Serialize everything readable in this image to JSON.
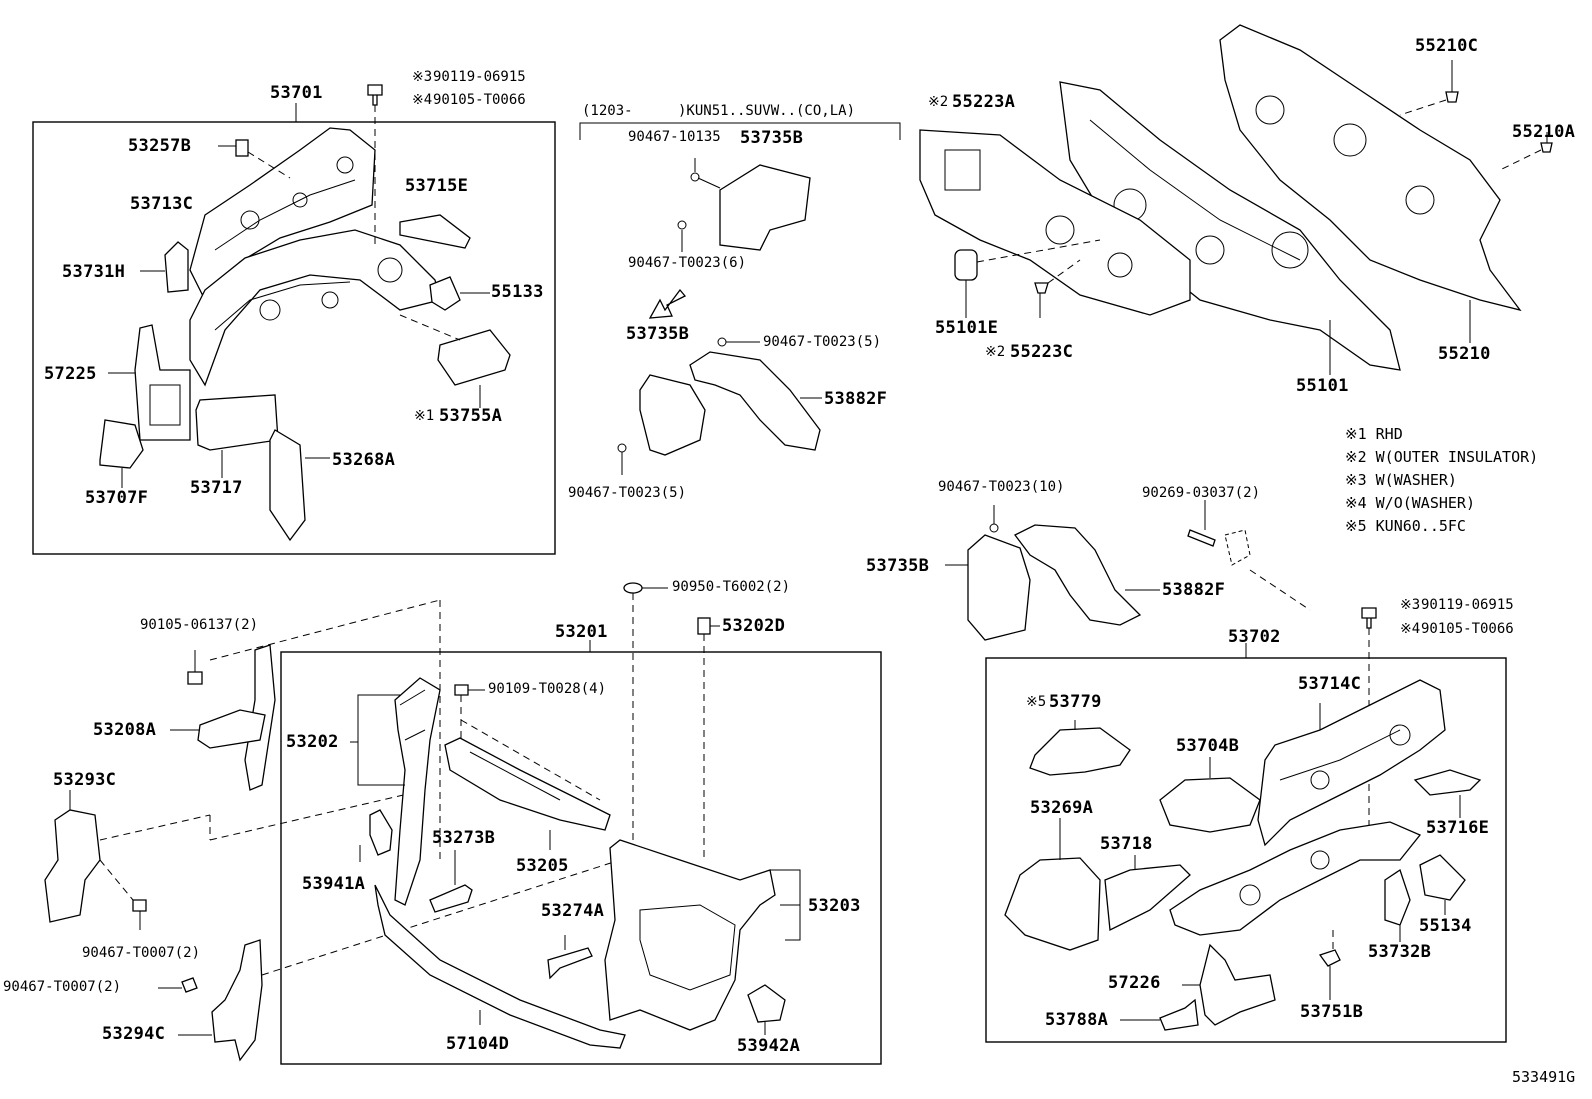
{
  "labels": {
    "p53701": "53701",
    "p53257B": "53257B",
    "p53713C": "53713C",
    "p53715E": "53715E",
    "p53731H": "53731H",
    "p55133": "55133",
    "p57225": "57225",
    "p53755A": "53755A",
    "p53707F": "53707F",
    "p53717": "53717",
    "p53268A": "53268A",
    "bolt1_a": "90119-06915",
    "bolt1_b": "90105-T0066",
    "note1203": "(1203-",
    "note_kun51": ")KUN51..SUVW..(CO,LA)",
    "f90467_10135": "90467-10135",
    "p53735B_a": "53735B",
    "f90467_T0023_6": "90467-T0023(6)",
    "p53735B_b": "53735B",
    "f90467_T0023_5a": "90467-T0023(5)",
    "p53882F_a": "53882F",
    "f90467_T0023_5b": "90467-T0023(5)",
    "p55223A": "55223A",
    "p55210C": "55210C",
    "p55210A": "55210A",
    "p55101E": "55101E",
    "p55223C": "55223C",
    "p55101": "55101",
    "p55210": "55210",
    "f90467_T0023_10": "90467-T0023(10)",
    "f90269_03037": "90269-03037(2)",
    "p53735B_c": "53735B",
    "p53882F_b": "53882F",
    "bolt2_a": "90119-06915",
    "bolt2_b": "90105-T0066",
    "f90105_06137": "90105-06137(2)",
    "p53208A": "53208A",
    "p53293C": "53293C",
    "f90467_T0007_a": "90467-T0007(2)",
    "f90467_T0007_b": "90467-T0007(2)",
    "p53294C": "53294C",
    "f90950_T6002": "90950-T6002(2)",
    "p53202D": "53202D",
    "p53201": "53201",
    "f90109_T0028": "90109-T0028(4)",
    "p53202": "53202",
    "p53273B": "53273B",
    "p53205": "53205",
    "p53941A": "53941A",
    "p53274A": "53274A",
    "p53203": "53203",
    "p57104D": "57104D",
    "p53942A": "53942A",
    "p53702": "53702",
    "p53779": "53779",
    "p53704B": "53704B",
    "p53714C": "53714C",
    "p53716E": "53716E",
    "p53269A": "53269A",
    "p53718": "53718",
    "p55134": "55134",
    "p53732B": "53732B",
    "p57226": "57226",
    "p53788A": "53788A",
    "p53751B": "53751B",
    "m1": "※1",
    "m2a": "※2",
    "m2b": "※2",
    "m3a": "※3",
    "m4a": "※4",
    "m3b": "※3",
    "m4b": "※4",
    "m5": "※5",
    "diagram_id": "533491G"
  },
  "legend": [
    "※1 RHD",
    "※2 W(OUTER INSULATOR)",
    "※3 W(WASHER)",
    "※4 W/O(WASHER)",
    "※5 KUN60..5FC"
  ]
}
